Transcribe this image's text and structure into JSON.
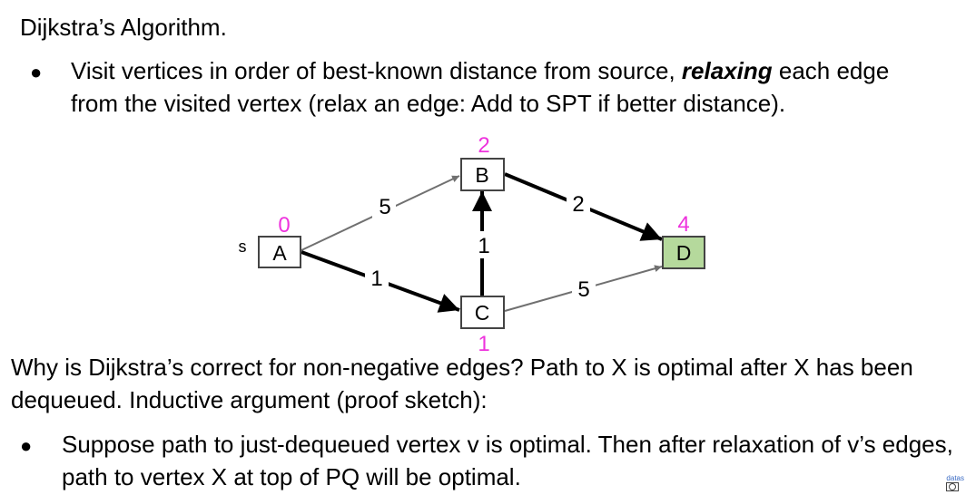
{
  "title": "Dijkstra’s Algorithm.",
  "bullet1": {
    "text_before": "Visit vertices in order of best-known distance from source, ",
    "emphasis": "relaxing",
    "text_after": " each edge from the visited vertex (relax an edge: Add to SPT if better distance)."
  },
  "graph": {
    "source_marker": "s",
    "vertices": {
      "A": {
        "label": "A",
        "dist": "0"
      },
      "B": {
        "label": "B",
        "dist": "2"
      },
      "C": {
        "label": "C",
        "dist": "1"
      },
      "D": {
        "label": "D",
        "dist": "4"
      }
    },
    "edges": {
      "AB": {
        "from": "A",
        "to": "B",
        "weight": "5",
        "in_spt": false
      },
      "AC": {
        "from": "A",
        "to": "C",
        "weight": "1",
        "in_spt": true
      },
      "CB": {
        "from": "C",
        "to": "B",
        "weight": "1",
        "in_spt": true
      },
      "BD": {
        "from": "B",
        "to": "D",
        "weight": "2",
        "in_spt": true
      },
      "CD": {
        "from": "C",
        "to": "D",
        "weight": "5",
        "in_spt": false
      }
    },
    "colors": {
      "dist": "#ee33dd",
      "highlight_fill": "#b5d99c",
      "light_edge": "#707070"
    }
  },
  "paragraph": "Why is Dijkstra’s correct for non-negative edges? Path to X is optimal after X has been dequeued. Inductive argument (proof sketch):",
  "bullet2": "Suppose path to just-dequeued vertex v is optimal. Then after relaxation of v’s edges, path to vertex X at top of PQ will be optimal.",
  "footer": {
    "logo_text": "datas",
    "cc_icon": "cc-license-icon"
  }
}
